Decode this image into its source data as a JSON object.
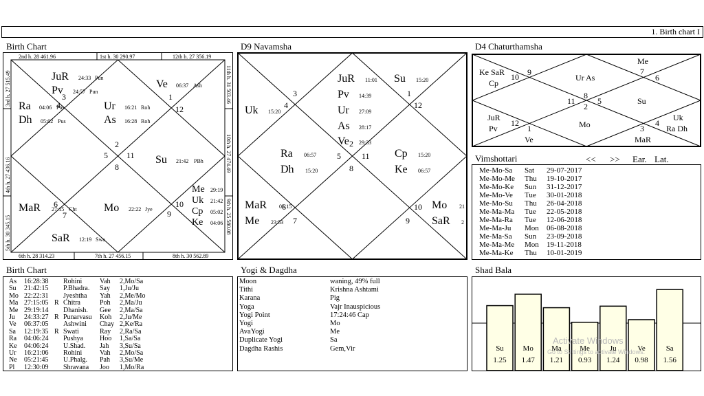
{
  "header": {
    "title": "1. Birth chart I"
  },
  "birth_chart": {
    "title": "Birth Chart",
    "strips": {
      "top": [
        "2nd h.  28  461.96",
        "1st h.  30  290.97",
        "12th h.  27  356.19"
      ],
      "bottom": [
        "6th h.  28  314.23",
        "7th h.  27  456.15",
        "8th h.  30  562.89"
      ],
      "left": [
        "3rd h.  27  515.49",
        "4th h.  27  436.16",
        "5th h.  30  345.15"
      ],
      "right": [
        "11th h.  31  503.46",
        "10th h.  27  474.49",
        "9th h.  25  580.08"
      ]
    },
    "planets": [
      {
        "name": "JuR",
        "deg": "24:33",
        "nak": "Pun"
      },
      {
        "name": "Pv",
        "deg": "24:57",
        "nak": "Pun"
      },
      {
        "name": "Ve",
        "deg": "06:37",
        "nak": "Ash"
      },
      {
        "name": "Ra",
        "deg": "04:06",
        "nak": "Pus"
      },
      {
        "name": "Dh",
        "deg": "05:02",
        "nak": "Pus"
      },
      {
        "name": "Ur",
        "deg": "16:21",
        "nak": "Roh"
      },
      {
        "name": "As",
        "deg": "16:28",
        "nak": "Roh"
      },
      {
        "name": "Su",
        "deg": "21:42",
        "nak": "PBh"
      },
      {
        "name": "Me",
        "deg": "29:19",
        "nak": ""
      },
      {
        "name": "Uk",
        "deg": "21:42",
        "nak": ""
      },
      {
        "name": "Cp",
        "deg": "05:02",
        "nak": ""
      },
      {
        "name": "Ke",
        "deg": "04:06",
        "nak": ""
      },
      {
        "name": "MaR",
        "deg": "27:15",
        "nak": "Cht"
      },
      {
        "name": "Mo",
        "deg": "22:22",
        "nak": "Jye"
      },
      {
        "name": "SaR",
        "deg": "12:19",
        "nak": "Swa"
      }
    ],
    "house_numbers": [
      "3",
      "4",
      "2",
      "5",
      "11",
      "8",
      "1",
      "12",
      "6",
      "7",
      "10",
      "9"
    ]
  },
  "d9": {
    "title": "D9 Navamsha",
    "planets": [
      {
        "name": "JuR",
        "deg": "11:01"
      },
      {
        "name": "Su",
        "deg": "15:20"
      },
      {
        "name": "Pv",
        "deg": "14:39"
      },
      {
        "name": "Ur",
        "deg": "27:09"
      },
      {
        "name": "As",
        "deg": "28:17"
      },
      {
        "name": "Ve",
        "deg": "29:33"
      },
      {
        "name": "Uk",
        "deg": "15:20"
      },
      {
        "name": "Ra",
        "deg": "06:57"
      },
      {
        "name": "Dh",
        "deg": "15:20"
      },
      {
        "name": "Cp",
        "deg": "15:20"
      },
      {
        "name": "Ke",
        "deg": "06:57"
      },
      {
        "name": "MaR",
        "deg": "05:15"
      },
      {
        "name": "Me",
        "deg": "23:53"
      },
      {
        "name": "Mo",
        "deg": "21"
      },
      {
        "name": "SaR",
        "deg": "2"
      }
    ],
    "house_numbers": [
      "3",
      "1",
      "4",
      "12",
      "2",
      "5",
      "11",
      "8",
      "6",
      "7",
      "10",
      "9"
    ]
  },
  "d4": {
    "title": "D4 Chaturthamsha",
    "planets": [
      "Me",
      "Ke SaR",
      "Cp",
      "Ur As",
      "Su",
      "JuR",
      "Pv",
      "Mo",
      "Uk",
      "Ra Dh",
      "Ve",
      "MaR"
    ],
    "house_numbers": [
      "9",
      "10",
      "7",
      "6",
      "8",
      "11",
      "5",
      "2",
      "12",
      "1",
      "3",
      "4"
    ]
  },
  "vimshottari": {
    "title": "Vimshottari",
    "nav_prev": "<<",
    "nav_next": ">>",
    "ear": "Ear.",
    "lat": "Lat.",
    "rows": [
      {
        "p": "Me-Mo-Sa",
        "d": "Sat",
        "date": "29-07-2017"
      },
      {
        "p": "Me-Mo-Me",
        "d": "Thu",
        "date": "19-10-2017"
      },
      {
        "p": "Me-Mo-Ke",
        "d": "Sun",
        "date": "31-12-2017"
      },
      {
        "p": "Me-Mo-Ve",
        "d": "Tue",
        "date": "30-01-2018"
      },
      {
        "p": "Me-Mo-Su",
        "d": "Thu",
        "date": "26-04-2018"
      },
      {
        "p": "Me-Ma-Ma",
        "d": "Tue",
        "date": "22-05-2018"
      },
      {
        "p": "Me-Ma-Ra",
        "d": "Tue",
        "date": "12-06-2018"
      },
      {
        "p": "Me-Ma-Ju",
        "d": "Mon",
        "date": "06-08-2018"
      },
      {
        "p": "Me-Ma-Sa",
        "d": "Sun",
        "date": "23-09-2018"
      },
      {
        "p": "Me-Ma-Me",
        "d": "Mon",
        "date": "19-11-2018"
      },
      {
        "p": "Me-Ma-Ke",
        "d": "Thu",
        "date": "10-01-2019"
      }
    ]
  },
  "planet_table": {
    "title": "Birth Chart",
    "rows": [
      [
        "As",
        "16:28:38",
        "",
        "Rohini",
        "Vah",
        "2,Mo/Sa"
      ],
      [
        "Su",
        "21:42:15",
        "",
        "P.Bhadra.",
        "Say",
        "1,Ju/Ju"
      ],
      [
        "Mo",
        "22:22:31",
        "",
        "Jyeshtha",
        "Yah",
        "2,Me/Mo"
      ],
      [
        "Ma",
        "27:15:05",
        "R",
        "Chitra",
        "Poh",
        "2,Ma/Ju"
      ],
      [
        "Me",
        "29:19:14",
        "",
        "Dhanish.",
        "Gee",
        "2,Ma/Sa"
      ],
      [
        "Ju",
        "24:33:27",
        "R",
        "Punarvasu",
        "Koh",
        "2,Ju/Me"
      ],
      [
        "Ve",
        "06:37:05",
        "",
        "Ashwini",
        "Chay",
        "2,Ke/Ra"
      ],
      [
        "Sa",
        "12:19:35",
        "R",
        "Swati",
        "Ray",
        "2,Ra/Sa"
      ],
      [
        "Ra",
        "04:06:24",
        "",
        "Pushya",
        "Hoo",
        "1,Sa/Sa"
      ],
      [
        "Ke",
        "04:06:24",
        "",
        "U.Shad.",
        "Jah",
        "3,Su/Sa"
      ],
      [
        "Ur",
        "16:21:06",
        "",
        "Rohini",
        "Vah",
        "2,Mo/Sa"
      ],
      [
        "Ne",
        "05:21:45",
        "",
        "U.Phalg.",
        "Pah",
        "3,Su/Me"
      ],
      [
        "Pl",
        "12:30:09",
        "",
        "Shravana",
        "Joo",
        "1,Mo/Ra"
      ]
    ]
  },
  "yogi": {
    "title": "Yogi & Dagdha",
    "rows": [
      [
        "Moon",
        "waning, 49% full"
      ],
      [
        "Tithi",
        "Krishna  Ashtami"
      ],
      [
        "Karana",
        "Pig"
      ],
      [
        "Yoga",
        "Vajr Inauspicious"
      ],
      [
        "Yogi Point",
        "17:24:46 Cap"
      ],
      [
        "Yogi",
        "Mo"
      ],
      [
        "AvaYogi",
        "Me"
      ],
      [
        "Duplicate Yogi",
        "Sa"
      ],
      [
        "Dagdha Rashis",
        "Gem,Vir"
      ]
    ]
  },
  "chart_data": {
    "type": "bar",
    "title": "Shad Bala",
    "categories": [
      "Su",
      "Mo",
      "Ma",
      "Me",
      "Ju",
      "Ve",
      "Sa"
    ],
    "values": [
      1.25,
      1.47,
      1.21,
      0.93,
      1.24,
      0.98,
      1.56
    ],
    "value_labels": [
      "1.25",
      "1.47",
      "1.21",
      "0.93",
      "1.24",
      "0.98",
      "1.56"
    ],
    "ylim": [
      0,
      1.8
    ],
    "grid": false,
    "bar_color": "#ffffe6"
  },
  "watermark": {
    "line1": "Activate Windows",
    "line2": "Go to Settings to activate Windows."
  }
}
